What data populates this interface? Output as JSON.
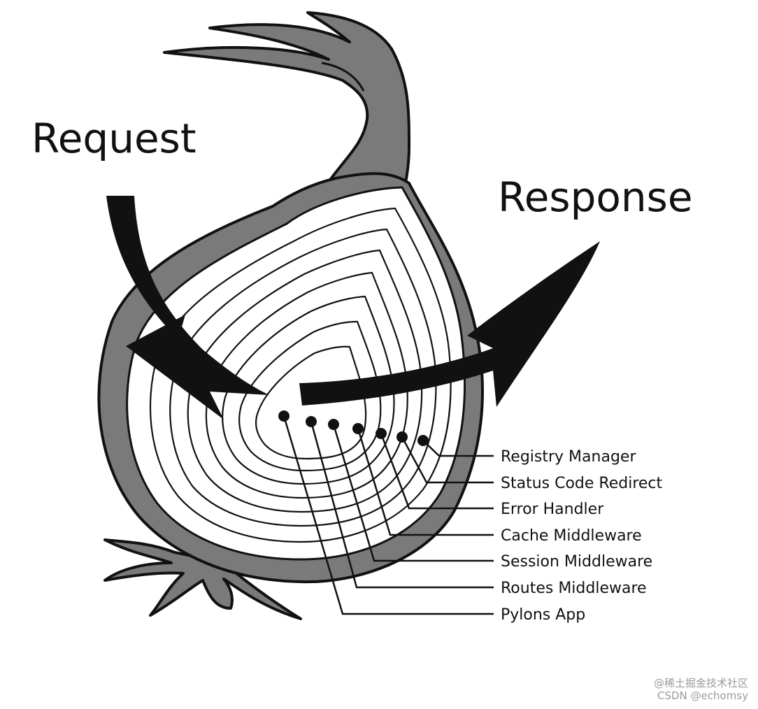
{
  "title_request": "Request",
  "title_response": "Response",
  "layers": [
    "Registry Manager",
    "Status Code Redirect",
    "Error Handler",
    "Cache Middleware",
    "Session Middleware",
    "Routes Middleware",
    "Pylons App"
  ],
  "watermark": {
    "line1": "@稀土掘金技术社区",
    "line2": "CSDN @echomsy"
  },
  "colors": {
    "skin": "#7a7a7a",
    "outline": "#111111",
    "arrow": "#111111",
    "flesh": "#ffffff"
  }
}
